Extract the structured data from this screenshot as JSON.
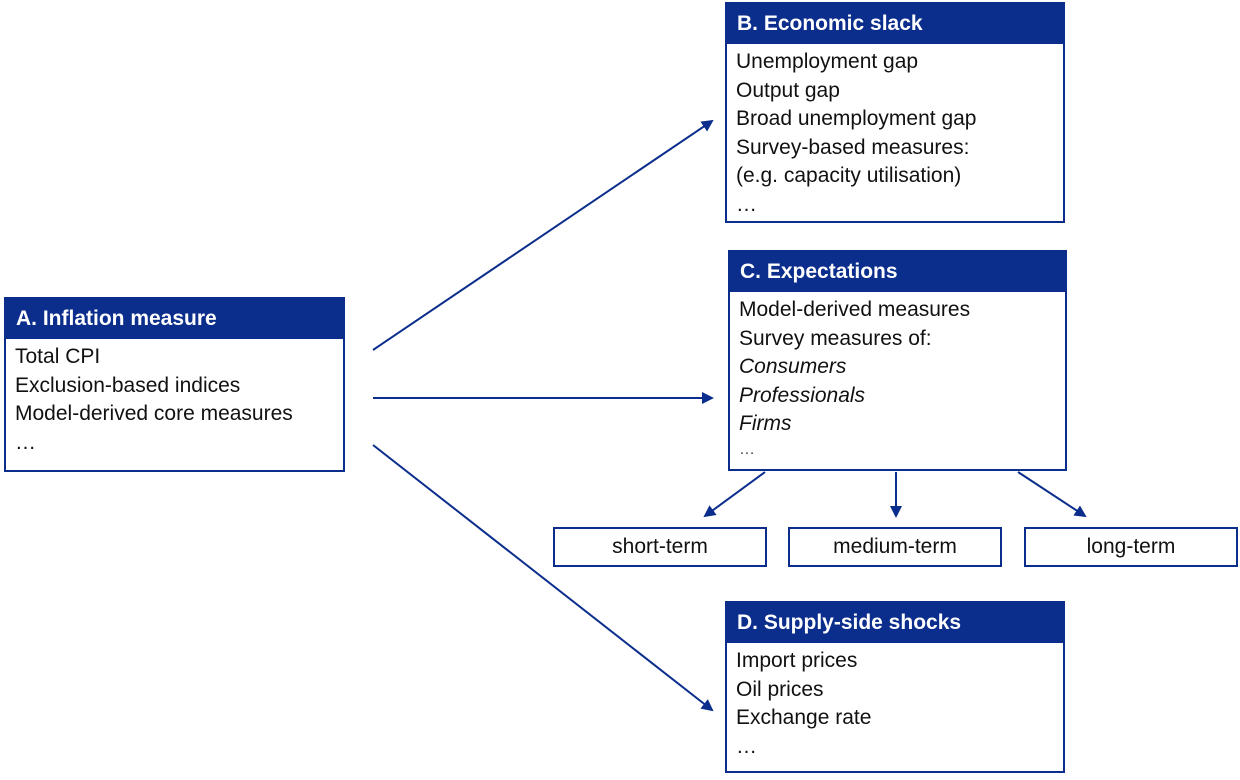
{
  "colors": {
    "accent": "#0b2d8c",
    "text": "#111111",
    "background": "#ffffff"
  },
  "box_a": {
    "title": "A. Inflation measure",
    "items": [
      "Total CPI",
      "Exclusion-based indices",
      "Model-derived core measures",
      "…"
    ]
  },
  "box_b": {
    "title": "B. Economic slack",
    "items": [
      "Unemployment gap",
      "Output gap",
      "Broad unemployment gap",
      "Survey-based measures:",
      "(e.g. capacity utilisation)",
      "…"
    ]
  },
  "box_c": {
    "title": "C. Expectations",
    "items": [
      "Model-derived measures",
      "Survey measures of:",
      "Consumers",
      "Professionals",
      "Firms",
      "…"
    ]
  },
  "box_d": {
    "title": "D. Supply-side shocks",
    "items": [
      "Import prices",
      "Oil prices",
      "Exchange rate",
      "…"
    ]
  },
  "horizons": [
    "short-term",
    "medium-term",
    "long-term"
  ]
}
